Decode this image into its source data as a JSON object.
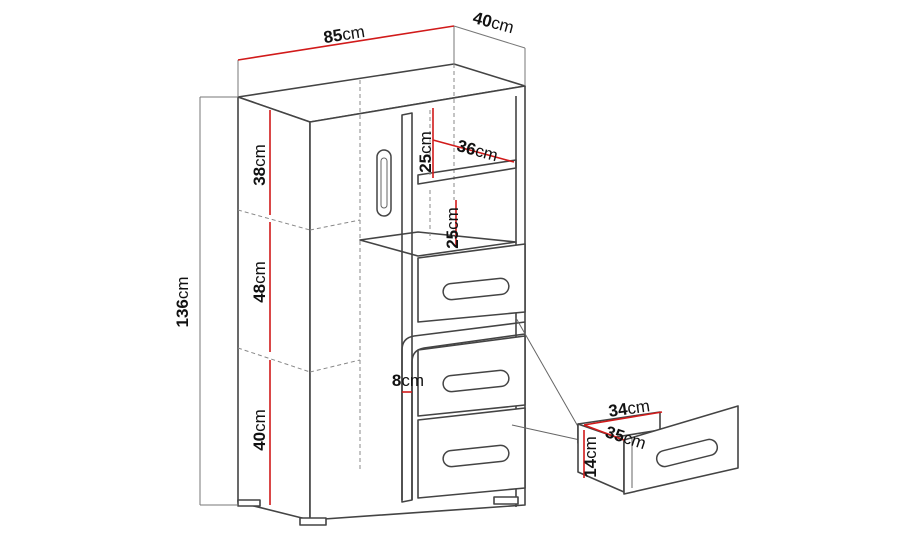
{
  "unit": "cm",
  "dimensions": {
    "width": {
      "value": "85"
    },
    "depth": {
      "value": "40"
    },
    "height": {
      "value": "136"
    },
    "compartment_top": {
      "value": "38"
    },
    "compartment_middle": {
      "value": "48"
    },
    "compartment_bottom": {
      "value": "40"
    },
    "shelf_height_upper": {
      "value": "25"
    },
    "shelf_height_lower": {
      "value": "25"
    },
    "shelf_depth": {
      "value": "36"
    },
    "side_gap": {
      "value": "8"
    },
    "drawer_width": {
      "value": "34"
    },
    "drawer_depth": {
      "value": "35"
    },
    "drawer_height": {
      "value": "14"
    }
  },
  "colors": {
    "outline": "#444444",
    "dimension_highlight": "#d11a1a",
    "background": "#ffffff"
  }
}
